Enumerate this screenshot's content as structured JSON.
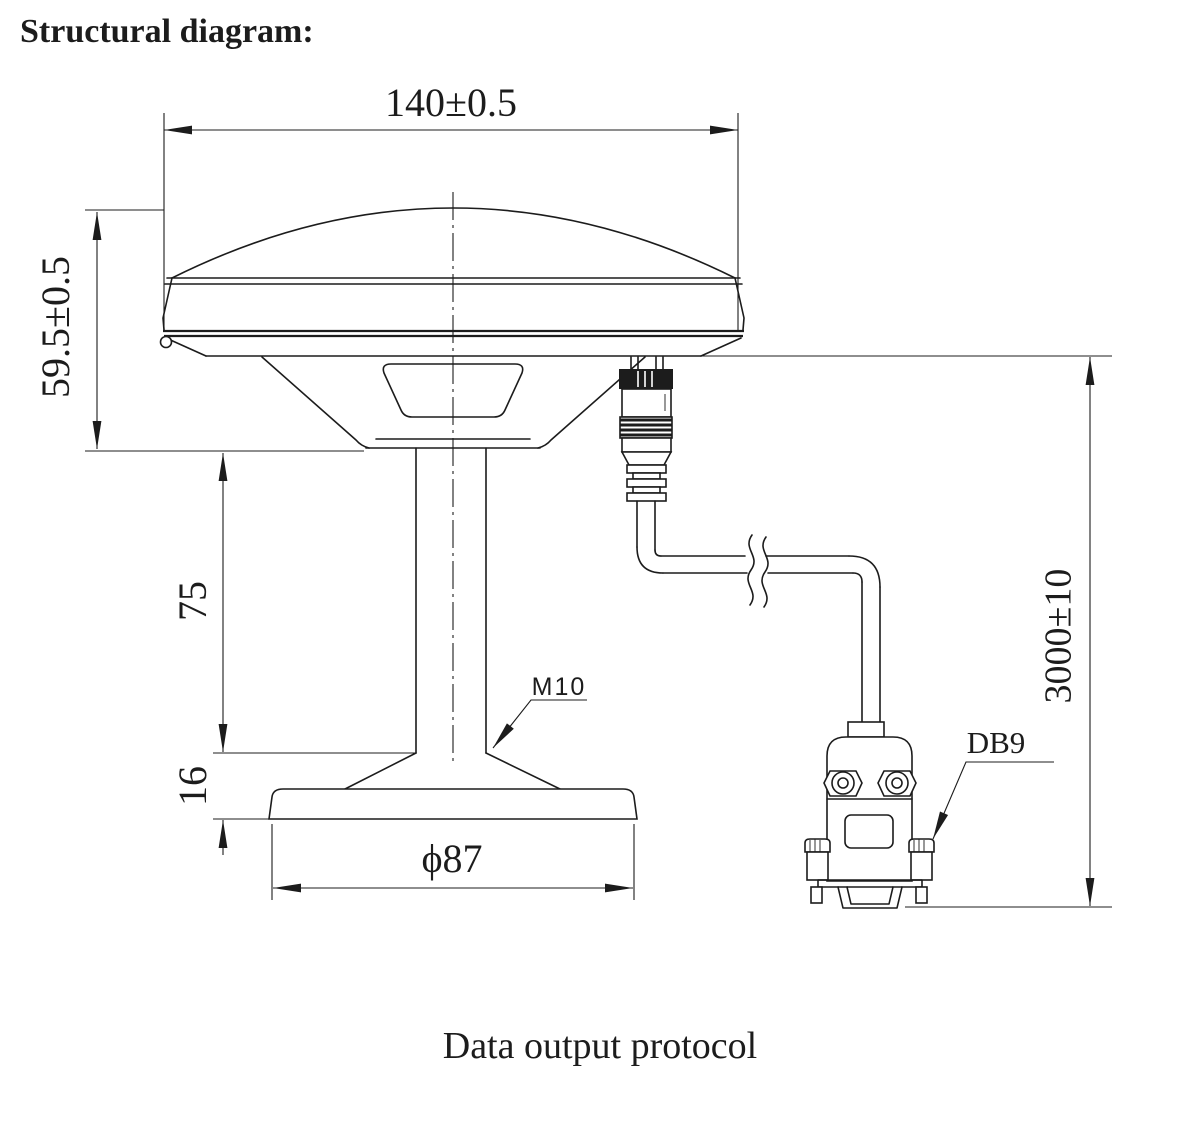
{
  "page": {
    "title": "Structural diagram:",
    "caption": "Data output protocol"
  },
  "dimensions": {
    "top_width": "140±0.5",
    "dome_height": "59.5±0.5",
    "pole_length": "75",
    "mount_height": "16",
    "base_diameter": "ϕ87",
    "cable_length": "3000±10"
  },
  "labels": {
    "thread": "M10",
    "connector": "DB9"
  },
  "colors": {
    "line": "#1c1c1c",
    "background": "#ffffff"
  }
}
